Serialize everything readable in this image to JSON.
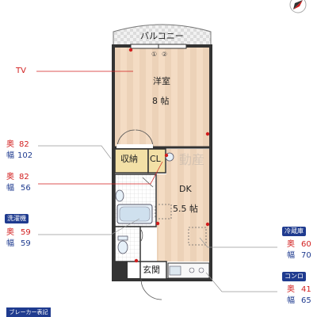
{
  "rooms": {
    "balcony": "バルコニー",
    "western_room": "洋室",
    "western_room_size": "8 帖",
    "storage": "収納",
    "closet": "CL",
    "dk": "DK",
    "dk_size": "5.5 帖",
    "entrance": "玄関",
    "circle_1": "①",
    "circle_2": "②",
    "watermark": "動産"
  },
  "callouts": {
    "tv": "TV",
    "storage_depth_label": "奥",
    "storage_depth": "82",
    "storage_width_label": "幅",
    "storage_width": "102",
    "closet_depth_label": "奥",
    "closet_depth": "82",
    "closet_width_label": "幅",
    "closet_width": "56",
    "washer_tag": "洗濯機",
    "washer_depth_label": "奥",
    "washer_depth": "59",
    "washer_width_label": "幅",
    "washer_width": "59",
    "fridge_tag": "冷蔵庫",
    "fridge_depth_label": "奥",
    "fridge_depth": "60",
    "fridge_width_label": "幅",
    "fridge_width": "70",
    "stove_tag": "コンロ",
    "stove_depth_label": "奥",
    "stove_depth": "41",
    "stove_width_label": "幅",
    "stove_width": "65",
    "breaker_tag": "ブレーカー表記"
  },
  "colors": {
    "wall": "#333333",
    "floor_wood": "#f4dcc4",
    "floor_wood_stripe": "#ead0b6",
    "storage_fill": "#f3e0a6",
    "balcony_fill": "#e8e8e8",
    "red": "#d21e1e",
    "blue": "#1f3b8f"
  }
}
